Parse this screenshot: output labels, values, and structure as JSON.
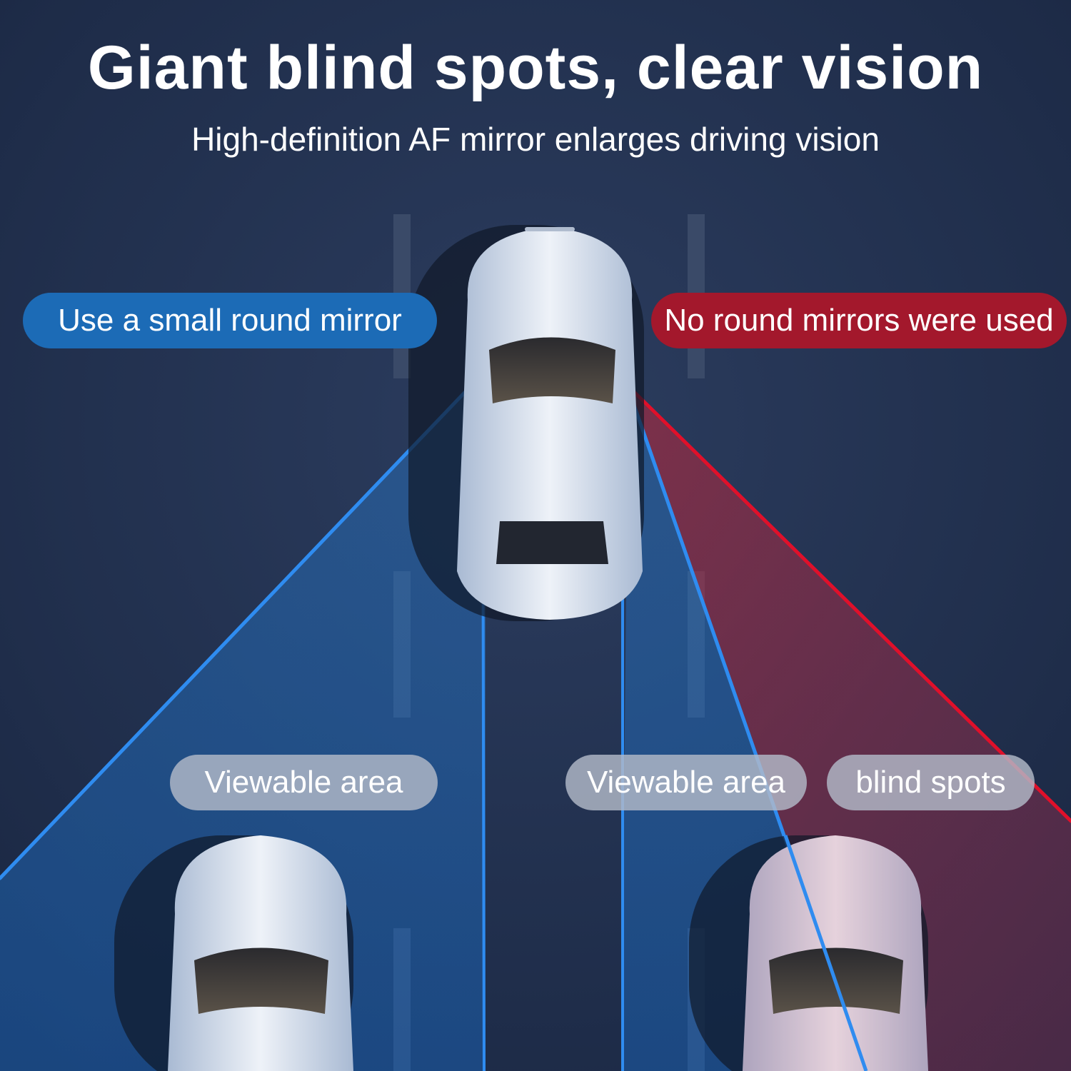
{
  "header": {
    "title": "Giant blind spots, clear vision",
    "subtitle": "High-definition AF mirror enlarges driving vision"
  },
  "labels": {
    "with_mirror": "Use a small round mirror",
    "without_mirror": "No round mirrors were used",
    "viewable_left": "Viewable area",
    "viewable_right": "Viewable area",
    "blind_spots": "blind spots"
  },
  "colors": {
    "background": "#1f2d4a",
    "blue_accent": "#1c6bb6",
    "red_accent": "#a3182c",
    "car_body": "#dde5f0"
  }
}
